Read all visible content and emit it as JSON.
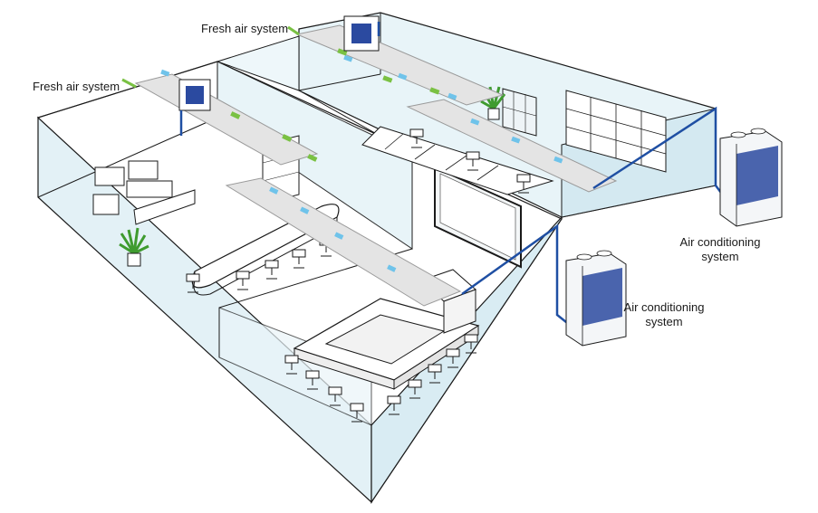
{
  "labels": {
    "fresh_air_top": "Fresh air system",
    "fresh_air_left": "Fresh air system",
    "ac_right_line1": "Air conditioning",
    "ac_right_line2": "system",
    "ac_mid_line1": "Air conditioning",
    "ac_mid_line2": "system"
  },
  "colors": {
    "wall_tint": "#e3f1f6",
    "floor": "#ffffff",
    "outline": "#1a1a1a",
    "duct": "#e4e4e4",
    "duct_edge": "#9a9a9a",
    "refrigerant_pipe": "#1f4fa3",
    "fresh_air_arrow": "#7ac143",
    "supply_diffuser": "#6fc3ea",
    "ac_grille": "#2b4aa0"
  },
  "icons": {
    "outdoor_unit": "air-conditioner-outdoor-unit-icon",
    "diffuser": "air-diffuser-icon",
    "chair": "office-chair-icon",
    "plant": "potted-plant-icon"
  }
}
